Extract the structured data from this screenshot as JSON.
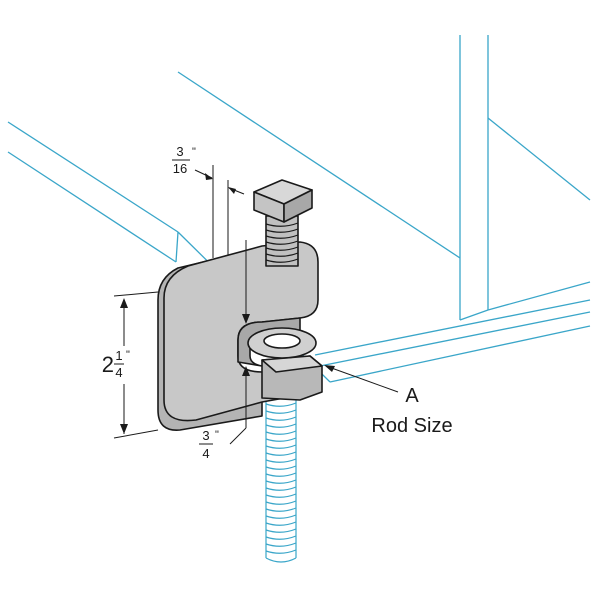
{
  "labels": {
    "dim_top_whole": "",
    "dim_top_num": "3",
    "dim_top_den": "16",
    "dim_top_unit": "\"",
    "dim_height_whole": "2",
    "dim_height_num": "1",
    "dim_height_den": "4",
    "dim_height_unit": "\"",
    "dim_bottom_num": "3",
    "dim_bottom_den": "4",
    "dim_bottom_unit": "\"",
    "callout_letter": "A",
    "callout_text": "Rod Size"
  },
  "colors": {
    "beam_lines": "#3aa6c9",
    "clamp_fill": "#c8c8c8",
    "outline": "#1a1a1a"
  }
}
